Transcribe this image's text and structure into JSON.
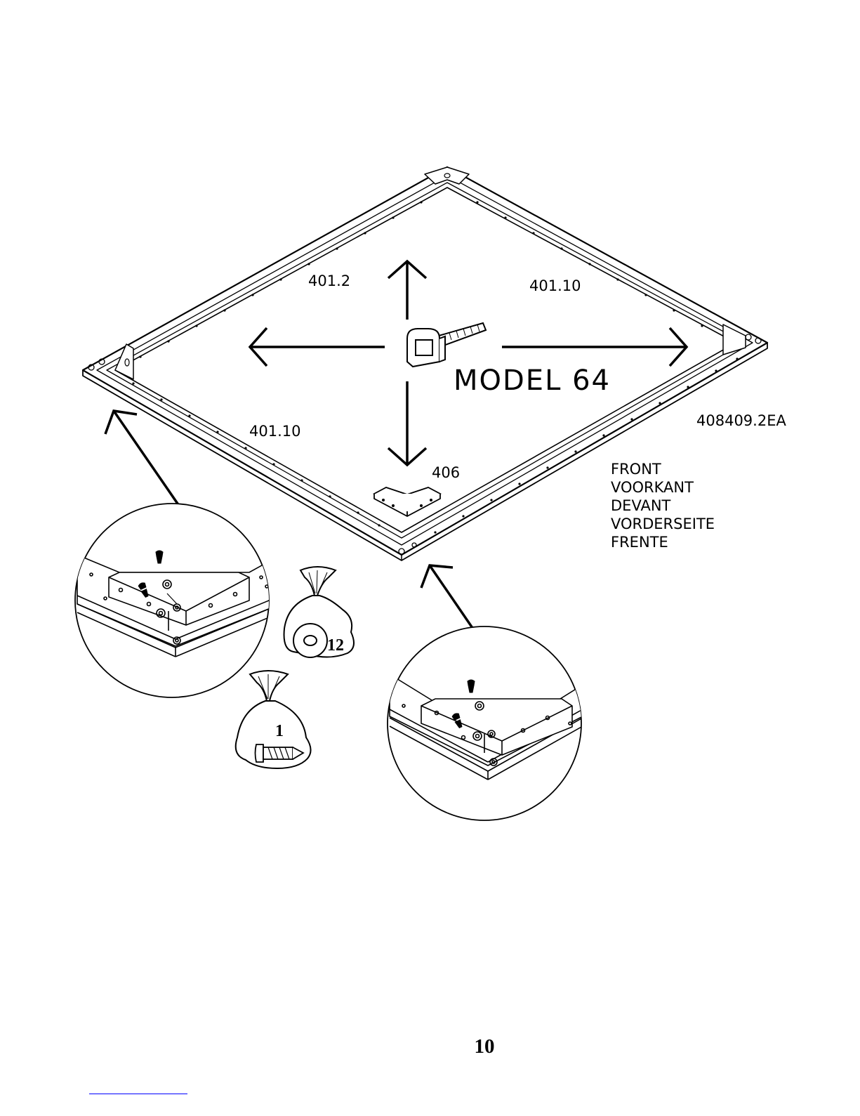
{
  "labels": {
    "back_left": "401.2",
    "back_right": "401.10",
    "front_left": "401.10",
    "corner": "406",
    "part_number": "408409.2EA",
    "model": "MODEL 64"
  },
  "front_words": [
    "FRONT",
    "VOORKANT",
    "DEVANT",
    "VORDERSEITE",
    "FRENTE"
  ],
  "bags": [
    {
      "count": "12",
      "content_icon": "washer-icon"
    },
    {
      "count": "1",
      "content_icon": "screw-icon"
    }
  ],
  "icons": [
    "tape-measure-icon",
    "arrow-up-icon",
    "arrow-down-icon",
    "arrow-left-icon",
    "arrow-right-icon",
    "corner-bracket-icon",
    "detail-magnifier-icon"
  ],
  "page_number": "10",
  "colors": {
    "ink": "#000000",
    "paper": "#ffffff",
    "link": "#0000ff"
  }
}
